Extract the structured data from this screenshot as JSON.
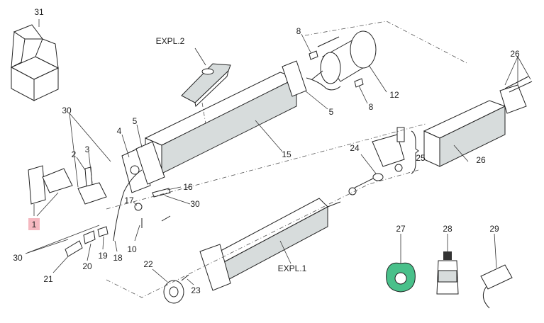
{
  "colors": {
    "line": "#222222",
    "part_fill": "#d7dcdc",
    "highlight_box": "#f5b8c0",
    "bag_green": "#49c08a",
    "bottle_dark": "#333333"
  },
  "labels": {
    "l31": "31",
    "l8a": "8",
    "l8b": "8",
    "l26a": "26",
    "l26b": "26",
    "lexpl2": "EXPL.2",
    "l12": "12",
    "l30a": "30",
    "l30b": "30",
    "l30c": "30",
    "l4": "4",
    "l5a": "5",
    "l5b": "5",
    "l15": "15",
    "l2": "2",
    "l3": "3",
    "l1": "1",
    "l16": "16",
    "l17": "17",
    "l10": "10",
    "l24": "24",
    "l25": "25",
    "l27": "27",
    "l28": "28",
    "l29": "29",
    "l21": "21",
    "l20": "20",
    "l19": "19",
    "l18": "18",
    "l22": "22",
    "l23": "23",
    "lexpl1": "EXPL.1"
  }
}
